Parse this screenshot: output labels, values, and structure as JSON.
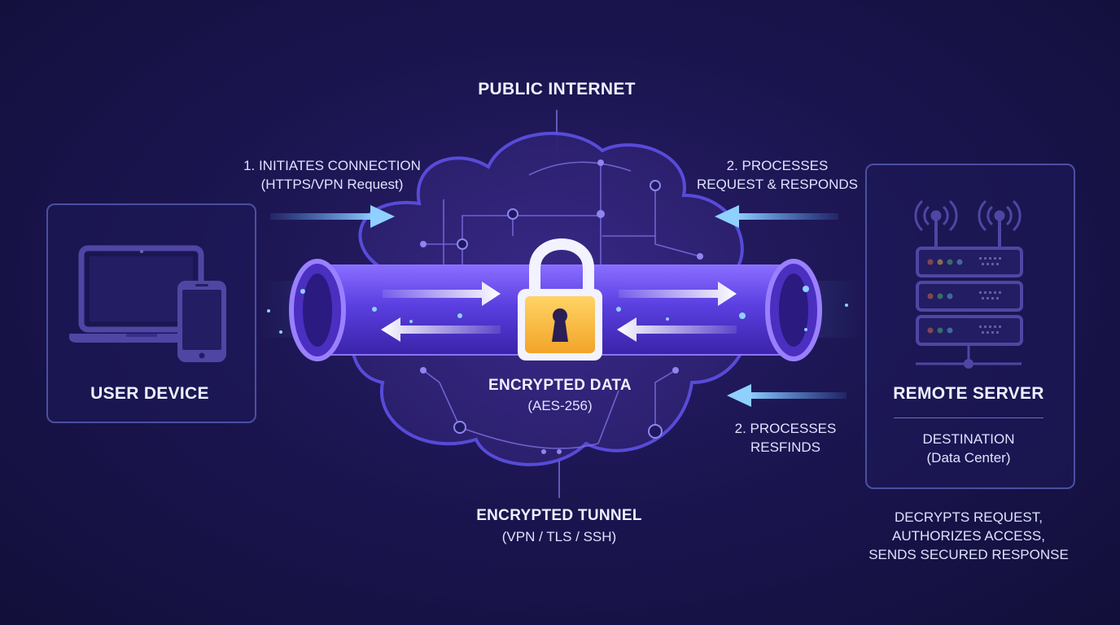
{
  "public_internet": {
    "title": "PUBLIC INTERNET"
  },
  "user_device": {
    "title": "USER DEVICE"
  },
  "remote_server": {
    "title": "REMOTE SERVER",
    "destination_line1": "DESTINATION",
    "destination_line2": "(Data Center)"
  },
  "step1": {
    "line1": "1. INITIATES CONNECTION",
    "line2": "(HTTPS/VPN Request)"
  },
  "step2_top": {
    "line1": "2. PROCESSES",
    "line2": "REQUEST & RESPONDS"
  },
  "step2_bottom": {
    "line1": "2. PROCESSES",
    "line2": "RESFINDS"
  },
  "encrypted_data": {
    "title": "ENCRYPTED DATA",
    "subtitle": "(AES-256)"
  },
  "encrypted_tunnel": {
    "title": "ENCRYPTED TUNNEL",
    "subtitle": "(VPN / TLS / SSH)"
  },
  "server_actions": {
    "line1": "DECRYPTS REQUEST,",
    "line2": "AUTHORIZES ACCESS,",
    "line3": "SENDS SECURED RESPONSE"
  },
  "colors": {
    "accent_blue": "#6ec3ff",
    "tunnel_purple": "#6b4cf0",
    "lock_gold": "#f5b83a",
    "box_border": "#4b4fa3"
  },
  "icons": [
    "laptop-icon",
    "smartphone-icon",
    "server-rack-icon",
    "wifi-signal-icon",
    "padlock-icon",
    "cloud-icon"
  ]
}
